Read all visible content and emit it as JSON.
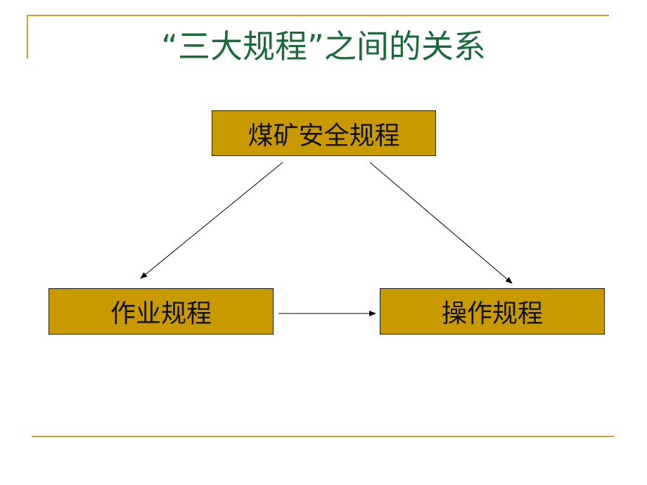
{
  "title": "“三大规程”之间的关系",
  "nodes": {
    "top": "煤矿安全规程",
    "left": "作业规程",
    "right": "操作规程"
  },
  "edges": [
    {
      "from": "top",
      "to": "left"
    },
    {
      "from": "top",
      "to": "right"
    },
    {
      "from": "left",
      "to": "right"
    }
  ],
  "colors": {
    "title": "#1a6b3a",
    "box_fill": "#c99a00",
    "rule": "#c9a227",
    "arrow": "#000000"
  }
}
